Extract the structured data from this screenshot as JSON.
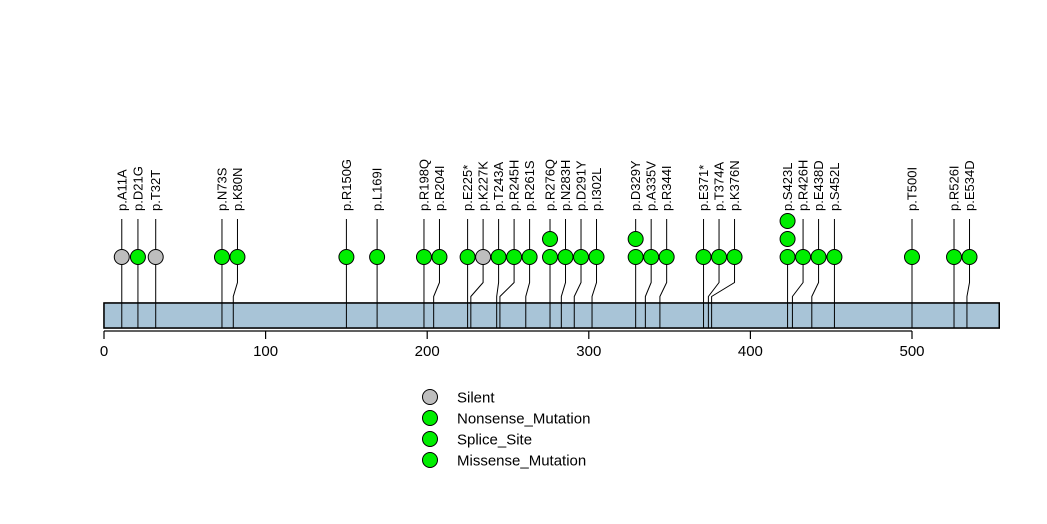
{
  "chart_data": {
    "type": "lollipop",
    "title": "",
    "xlabel": "",
    "ylabel": "",
    "xlim": [
      0,
      554
    ],
    "protein_length": 554,
    "axis_ticks": [
      0,
      100,
      200,
      300,
      400,
      500
    ],
    "axis_tick_labels": [
      "0",
      "100",
      "200",
      "300",
      "400",
      "500"
    ],
    "grid": false,
    "legend_position": "bottom-center",
    "categories": [
      "Silent",
      "Nonsense_Mutation",
      "Splice_Site",
      "Missense_Mutation"
    ],
    "mutations": [
      {
        "label": "p.A11A",
        "position": 11,
        "count": 1,
        "type": "Silent"
      },
      {
        "label": "p.D21G",
        "position": 21,
        "count": 1,
        "type": "Missense_Mutation"
      },
      {
        "label": "p.T32T",
        "position": 32,
        "count": 1,
        "type": "Silent"
      },
      {
        "label": "p.N73S",
        "position": 73,
        "count": 1,
        "type": "Missense_Mutation"
      },
      {
        "label": "p.K80N",
        "position": 80,
        "count": 1,
        "type": "Missense_Mutation"
      },
      {
        "label": "p.R150G",
        "position": 150,
        "count": 1,
        "type": "Missense_Mutation"
      },
      {
        "label": "p.L169I",
        "position": 169,
        "count": 1,
        "type": "Missense_Mutation"
      },
      {
        "label": "p.R198Q",
        "position": 198,
        "count": 1,
        "type": "Missense_Mutation"
      },
      {
        "label": "p.R204I",
        "position": 204,
        "count": 1,
        "type": "Missense_Mutation"
      },
      {
        "label": "p.E225*",
        "position": 225,
        "count": 1,
        "type": "Nonsense_Mutation"
      },
      {
        "label": "p.K227K",
        "position": 227,
        "count": 1,
        "type": "Silent"
      },
      {
        "label": "p.T243A",
        "position": 243,
        "count": 1,
        "type": "Missense_Mutation"
      },
      {
        "label": "p.R245H",
        "position": 245,
        "count": 1,
        "type": "Missense_Mutation"
      },
      {
        "label": "p.R261S",
        "position": 261,
        "count": 1,
        "type": "Missense_Mutation"
      },
      {
        "label": "p.R276Q",
        "position": 276,
        "count": 2,
        "type": "Missense_Mutation"
      },
      {
        "label": "p.N283H",
        "position": 283,
        "count": 1,
        "type": "Missense_Mutation"
      },
      {
        "label": "p.D291Y",
        "position": 291,
        "count": 1,
        "type": "Missense_Mutation"
      },
      {
        "label": "p.I302L",
        "position": 302,
        "count": 1,
        "type": "Missense_Mutation"
      },
      {
        "label": "p.D329Y",
        "position": 329,
        "count": 2,
        "type": "Missense_Mutation"
      },
      {
        "label": "p.A335V",
        "position": 335,
        "count": 1,
        "type": "Missense_Mutation"
      },
      {
        "label": "p.R344I",
        "position": 344,
        "count": 1,
        "type": "Missense_Mutation"
      },
      {
        "label": "p.E371*",
        "position": 371,
        "count": 1,
        "type": "Nonsense_Mutation"
      },
      {
        "label": "p.T374A",
        "position": 374,
        "count": 1,
        "type": "Missense_Mutation"
      },
      {
        "label": "p.K376N",
        "position": 376,
        "count": 1,
        "type": "Missense_Mutation"
      },
      {
        "label": "p.S423L",
        "position": 423,
        "count": 3,
        "type": "Missense_Mutation"
      },
      {
        "label": "p.R426H",
        "position": 426,
        "count": 1,
        "type": "Missense_Mutation"
      },
      {
        "label": "p.E438D",
        "position": 438,
        "count": 1,
        "type": "Missense_Mutation"
      },
      {
        "label": "p.S452L",
        "position": 452,
        "count": 1,
        "type": "Missense_Mutation"
      },
      {
        "label": "p.T500I",
        "position": 500,
        "count": 1,
        "type": "Missense_Mutation"
      },
      {
        "label": "p.R526I",
        "position": 526,
        "count": 1,
        "type": "Missense_Mutation"
      },
      {
        "label": "p.E534D",
        "position": 534,
        "count": 1,
        "type": "Missense_Mutation"
      }
    ]
  },
  "legend": {
    "items": [
      {
        "label": "Silent",
        "color": "#bebebe"
      },
      {
        "label": "Nonsense_Mutation",
        "color": "#00ee00"
      },
      {
        "label": "Splice_Site",
        "color": "#00ee00"
      },
      {
        "label": "Missense_Mutation",
        "color": "#00ee00"
      }
    ]
  },
  "colors": {
    "Silent": "#bebebe",
    "Nonsense_Mutation": "#00ee00",
    "Splice_Site": "#00ee00",
    "Missense_Mutation": "#00ee00",
    "protein_bar": "#a8c4d7",
    "outline": "#000000",
    "background": "#ffffff"
  }
}
